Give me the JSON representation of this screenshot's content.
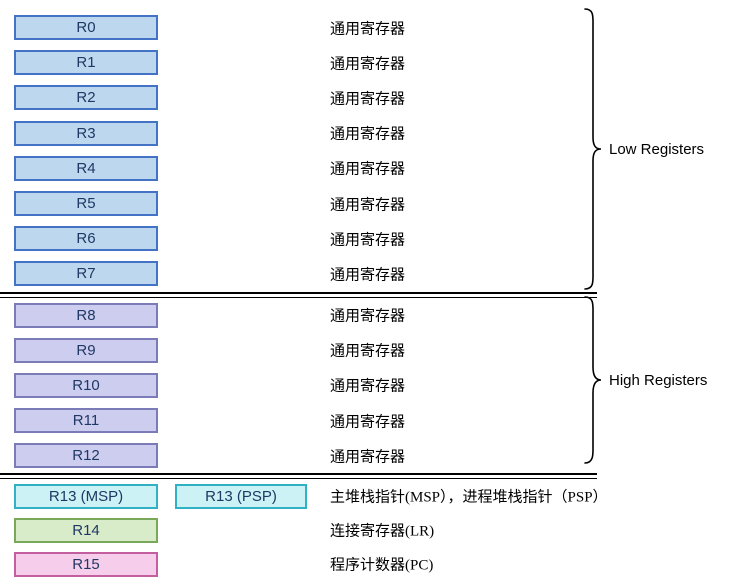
{
  "registers": {
    "low": [
      {
        "name": "R0",
        "desc": "通用寄存器"
      },
      {
        "name": "R1",
        "desc": "通用寄存器"
      },
      {
        "name": "R2",
        "desc": "通用寄存器"
      },
      {
        "name": "R3",
        "desc": "通用寄存器"
      },
      {
        "name": "R4",
        "desc": "通用寄存器"
      },
      {
        "name": "R5",
        "desc": "通用寄存器"
      },
      {
        "name": "R6",
        "desc": "通用寄存器"
      },
      {
        "name": "R7",
        "desc": "通用寄存器"
      }
    ],
    "high": [
      {
        "name": "R8",
        "desc": "通用寄存器"
      },
      {
        "name": "R9",
        "desc": "通用寄存器"
      },
      {
        "name": "R10",
        "desc": "通用寄存器"
      },
      {
        "name": "R11",
        "desc": "通用寄存器"
      },
      {
        "name": "R12",
        "desc": "通用寄存器"
      }
    ],
    "r13": {
      "msp": "R13 (MSP)",
      "psp": "R13 (PSP)",
      "desc": "主堆栈指针(MSP），进程堆栈指针（PSP）"
    },
    "r14": {
      "name": "R14",
      "desc": "连接寄存器(LR)"
    },
    "r15": {
      "name": "R15",
      "desc": "程序计数器(PC)"
    }
  },
  "braces": {
    "low_label": "Low Registers",
    "high_label": "High Registers"
  },
  "colors": {
    "low_box_fill": "#bdd7ee",
    "low_box_border": "#4472c4",
    "high_box_fill": "#cdcdf0",
    "high_box_border": "#7b7bb8",
    "r13_fill": "#ccf2f5",
    "r13_border": "#31b0c6",
    "r14_fill": "#d9ecc9",
    "r14_border": "#7aa85a",
    "r15_fill": "#f6cdeb",
    "r15_border": "#c45f9f"
  }
}
